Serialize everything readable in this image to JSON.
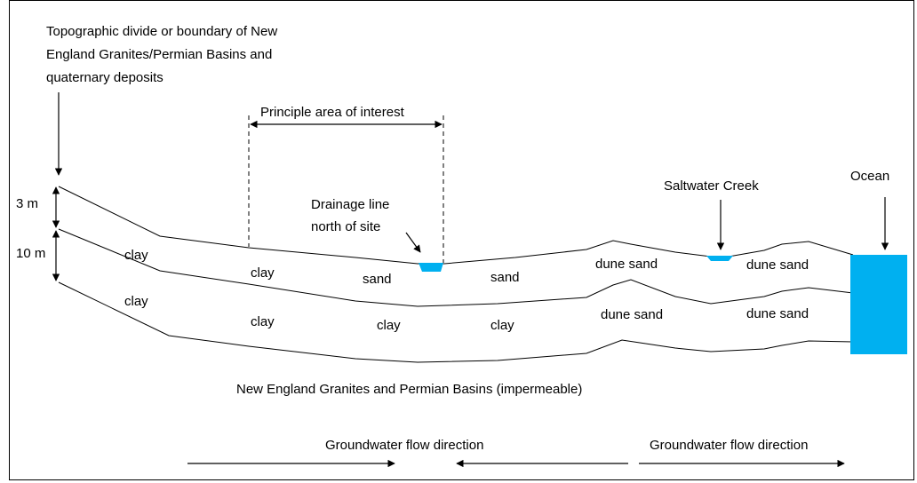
{
  "labels": {
    "divide_line1": "Topographic divide or boundary of New",
    "divide_line2": "England Granites/Permian Basins and",
    "divide_line3": "quaternary deposits",
    "principle_area": "Principle area of interest",
    "depth_top": "3 m",
    "depth_bottom": "10 m",
    "drainage_line1": "Drainage line",
    "drainage_line2": "north of site",
    "saltwater_creek": "Saltwater Creek",
    "ocean": "Ocean",
    "basement": "New England Granites and Permian Basins (impermeable)",
    "flow_left": "Groundwater flow direction",
    "flow_right": "Groundwater flow direction"
  },
  "upper_layer": {
    "clay_1": "clay",
    "clay_2": "clay",
    "sand_1": "sand",
    "sand_2": "sand",
    "dune_1": "dune sand",
    "dune_2": "dune sand"
  },
  "lower_layer": {
    "clay_1": "clay",
    "clay_2": "clay",
    "clay_3": "clay",
    "clay_4": "clay",
    "dune_1": "dune sand",
    "dune_2": "dune sand"
  },
  "colors": {
    "water": "#00b0f0",
    "line": "#000000"
  }
}
